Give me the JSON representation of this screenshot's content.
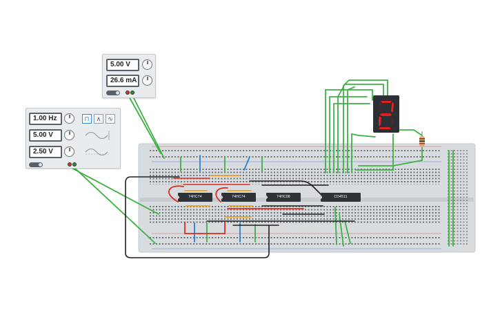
{
  "dc_supply": {
    "voltage": "5.00 V",
    "current": "26.6 mA"
  },
  "function_generator": {
    "frequency": "1.00 Hz",
    "amplitude": "5.00 V",
    "offset": "2.50 V",
    "waveforms": [
      "square",
      "triangle",
      "sine"
    ]
  },
  "chips": [
    {
      "label": "74HC74"
    },
    {
      "label": "74HC74"
    },
    {
      "label": "74HC08"
    },
    {
      "label": "CD4511"
    }
  ],
  "seven_segment": {
    "digit": "2",
    "segment_color": "#e02020"
  },
  "colors": {
    "wire_green": "#3cb043",
    "wire_red": "#e0281e",
    "wire_blue": "#2a7fd4",
    "wire_black": "#1e1e1e",
    "wire_orange": "#f0a020",
    "breadboard": "#d9dcdf"
  }
}
